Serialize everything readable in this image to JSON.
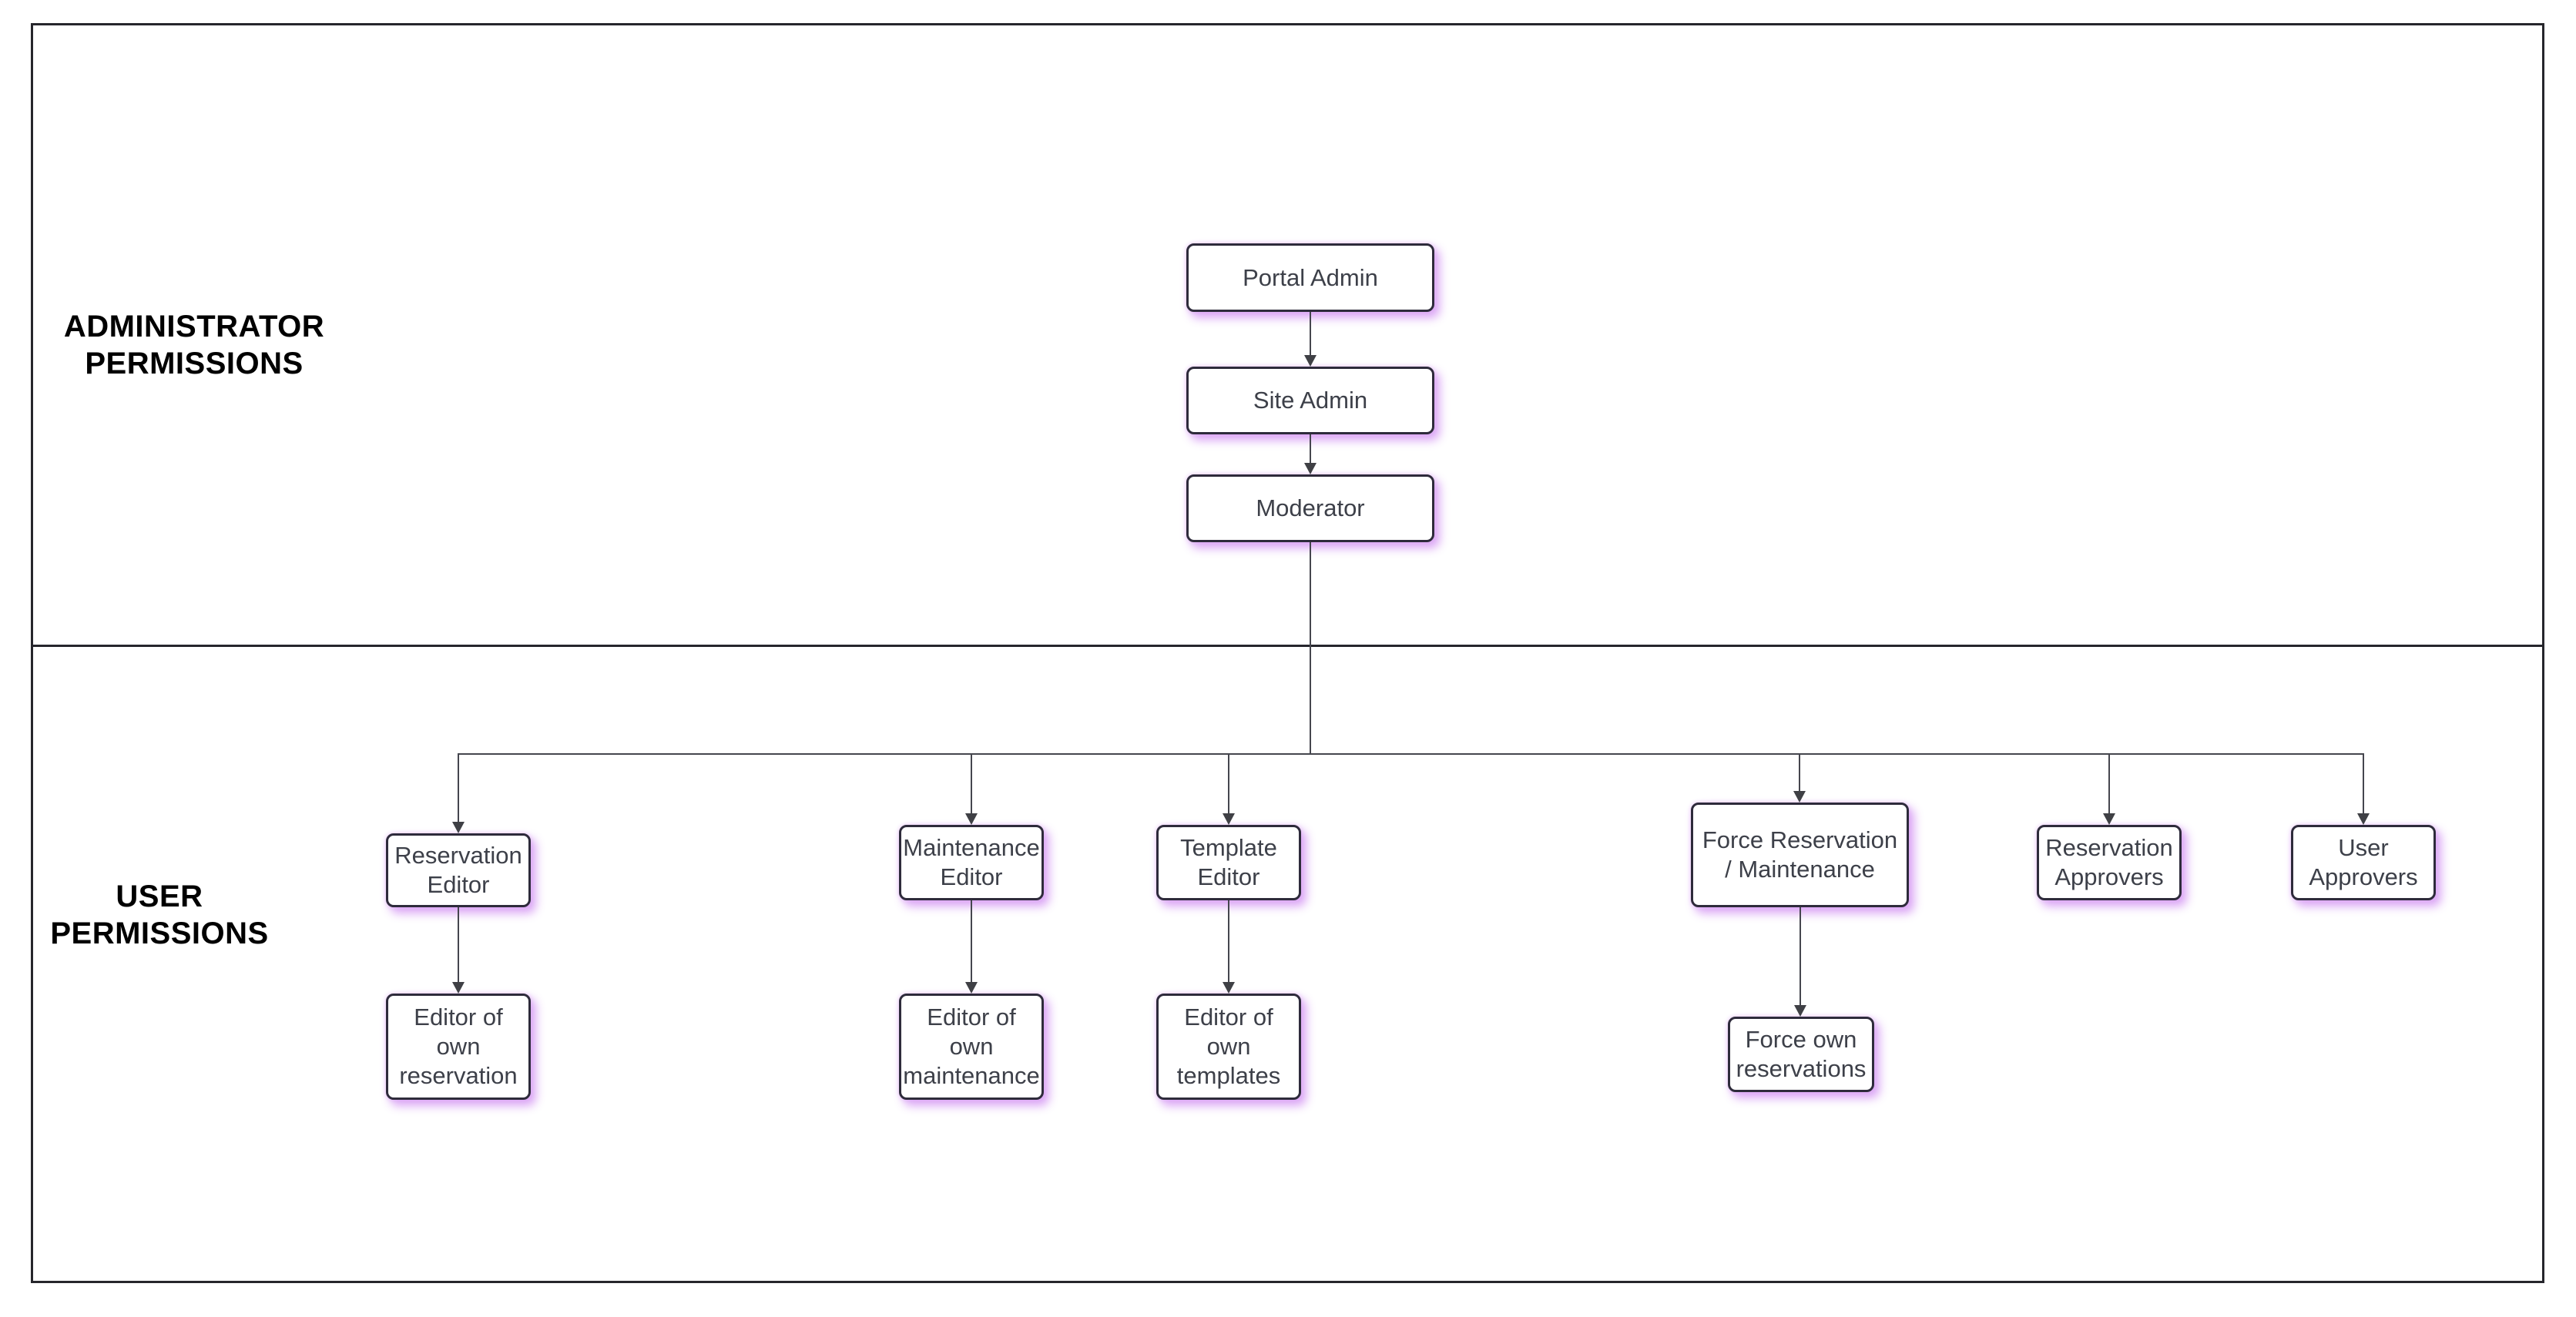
{
  "diagram": {
    "sections": [
      {
        "id": "administrator",
        "label_lines": [
          "ADMINISTRATOR",
          "PERMISSIONS"
        ]
      },
      {
        "id": "user",
        "label_lines": [
          "USER",
          "PERMISSIONS"
        ]
      }
    ],
    "admin_chain": [
      {
        "id": "portal-admin",
        "label": "Portal Admin"
      },
      {
        "id": "site-admin",
        "label": "Site Admin"
      },
      {
        "id": "moderator",
        "label": "Moderator"
      }
    ],
    "user_branches": [
      {
        "id": "reservation-editor",
        "parent": "Reservation Editor",
        "child": "Editor of own reservation"
      },
      {
        "id": "maintenance-editor",
        "parent": "Maintenance Editor",
        "child": "Editor of own maintenance"
      },
      {
        "id": "template-editor",
        "parent": "Template Editor",
        "child": "Editor of own templates"
      },
      {
        "id": "force-reservation-maintenance",
        "parent": "Force Reservation / Maintenance",
        "child": "Force own reservations"
      },
      {
        "id": "reservation-approvers",
        "parent": "Reservation Approvers"
      },
      {
        "id": "user-approvers",
        "parent": "User Approvers"
      }
    ],
    "colors": {
      "box_fill": "#ffffff",
      "box_border": "#2e2b3b",
      "box_glow": "#dd9af3",
      "box_text": "#3d4049",
      "connector": "#45464e",
      "frame": "#26262c",
      "section_label_text": "#000000"
    }
  }
}
